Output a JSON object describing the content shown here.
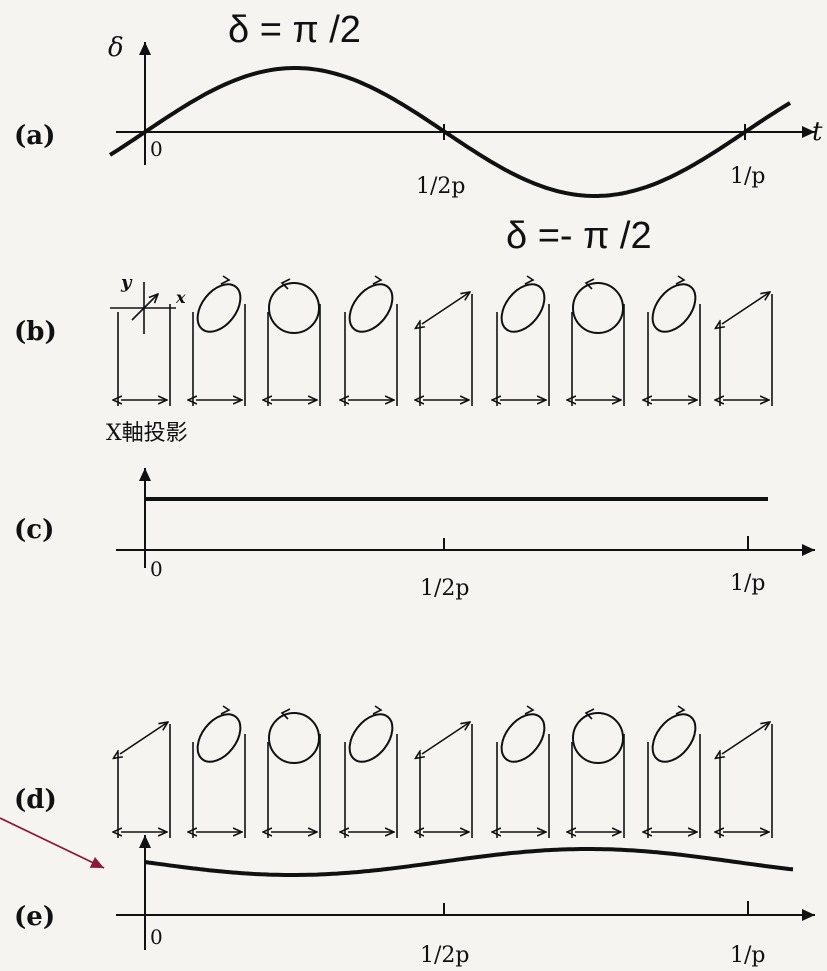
{
  "annotations": {
    "delta_pos": "δ = π /2",
    "delta_neg": "δ =- π /2"
  },
  "panel_a": {
    "label": "(a)",
    "y_axis": "δ",
    "x_axis": "t",
    "origin": "0",
    "tick_half": "1/2p",
    "tick_full": "1/p"
  },
  "panel_b": {
    "label": "(b)",
    "caption": "X軸投影",
    "axes_y": "y",
    "axes_x": "x",
    "states": [
      "axes",
      "ellipse",
      "circle",
      "ellipse",
      "line",
      "ellipse",
      "circle",
      "ellipse",
      "line"
    ]
  },
  "panel_c": {
    "label": "(c)",
    "origin": "0",
    "tick_half": "1/2p",
    "tick_full": "1/p"
  },
  "panel_d": {
    "label": "(d)",
    "states": [
      "line",
      "ellipse",
      "circle",
      "ellipse",
      "line",
      "ellipse",
      "circle",
      "ellipse",
      "line"
    ]
  },
  "panel_e": {
    "label": "(e)",
    "origin": "0",
    "tick_half": "1/2p",
    "tick_full": "1/p"
  },
  "colors": {
    "ink": "#111111",
    "pointer": "#8b1a3a",
    "paper": "#f6f4f0"
  }
}
